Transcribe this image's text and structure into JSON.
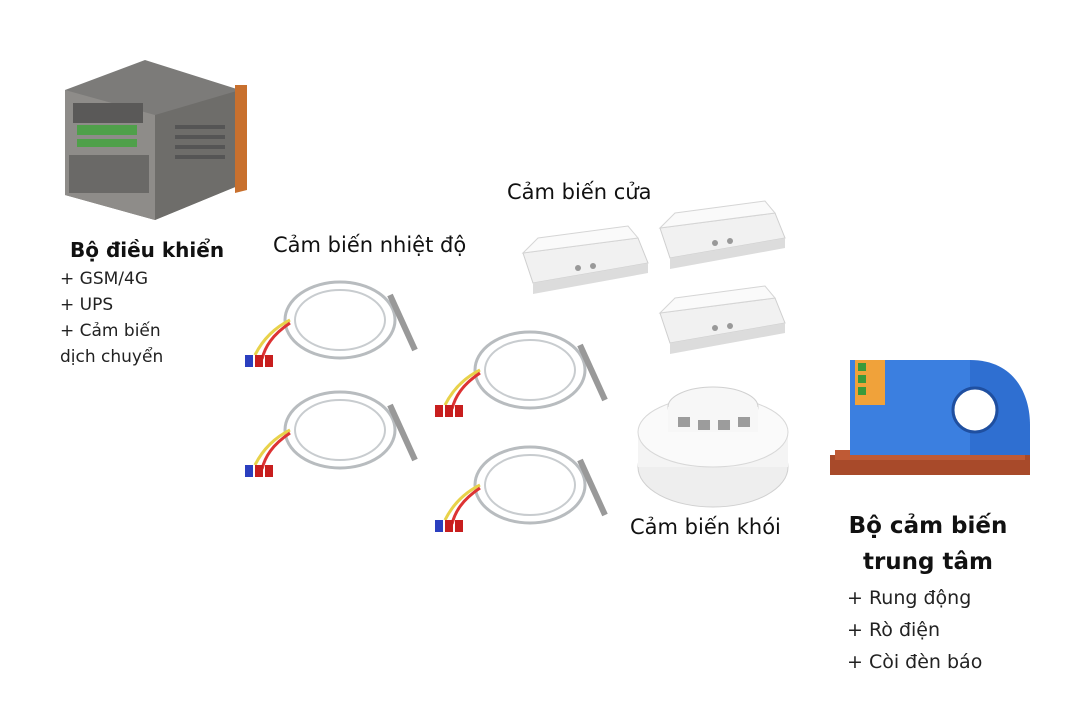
{
  "controller": {
    "title": "Bộ điều khiển",
    "features": [
      "+ GSM/4G",
      "+ UPS",
      "+ Cảm biến",
      "dịch chuyển"
    ]
  },
  "temperature_sensor": {
    "label": "Cảm biến nhiệt độ"
  },
  "door_sensor": {
    "label": "Cảm biến cửa"
  },
  "smoke_sensor": {
    "label": "Cảm biến khói"
  },
  "central_sensor": {
    "title_line1": "Bộ cảm biến",
    "title_line2": "trung tâm",
    "features": [
      "+ Rung động",
      "+ Rò điện",
      "+ Còi đèn báo"
    ]
  }
}
